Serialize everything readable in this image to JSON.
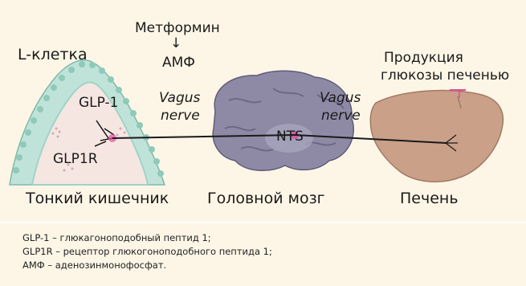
{
  "labels": {
    "metformin": "Метформин",
    "arrow": "↓",
    "amp": "АМФ",
    "l_cell": "L-клетка",
    "glp1": "GLP-1",
    "glp1r": "GLP1R",
    "vagus_left_1": "Vagus",
    "vagus_left_2": "nerve",
    "vagus_right_1": "Vagus",
    "vagus_right_2": "nerve",
    "nts": "NTS",
    "glucose_1": "Продукция",
    "glucose_2": "глюкозы печенью",
    "organ_gut": "Тонкий кишечник",
    "organ_brain": "Головной мозг",
    "organ_liver": "Печень"
  },
  "legend": [
    "GLP-1 – глюкагоноподобный пептид 1;",
    "GLP1R – рецептор глюкогоноподобного пептида 1;",
    "АМФ – аденозинмонофосфат."
  ],
  "colors": {
    "background": "#fdf6e7",
    "intestine_wall": "#bfe3d8",
    "intestine_villi": "#9fd4c6",
    "intestine_inner": "#f5e6e2",
    "brain": "#8e8aa6",
    "liver": "#caa089",
    "nerve": "#1a1a1a",
    "neuron": "#e24b9a"
  },
  "icons": {
    "intestine": "intestine-illustration",
    "brain": "brain-illustration",
    "liver": "liver-illustration"
  }
}
